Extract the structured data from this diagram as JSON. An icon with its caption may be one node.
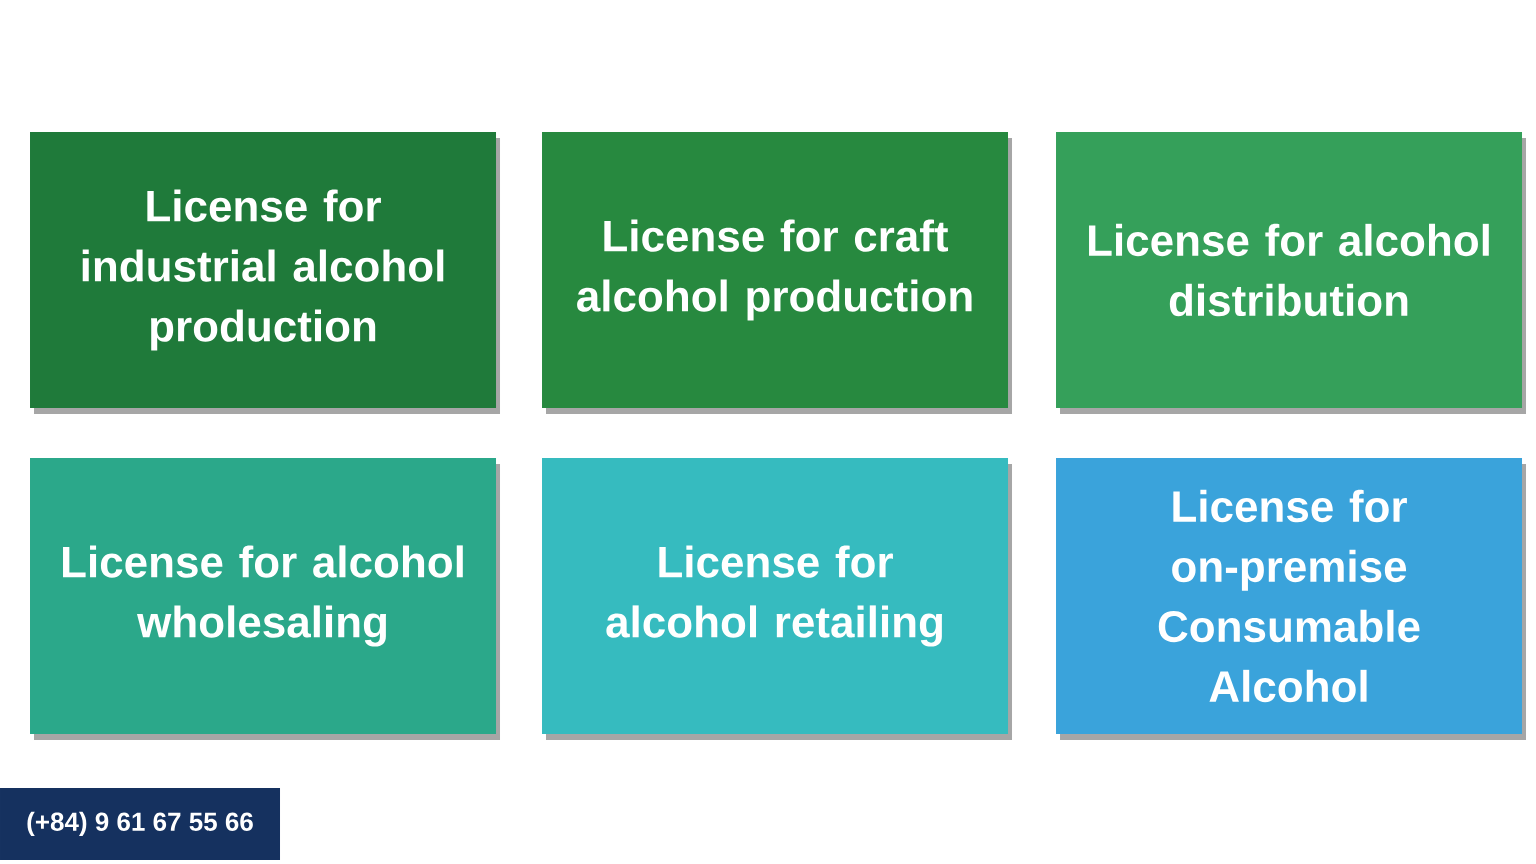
{
  "diagram": {
    "nodes": [
      {
        "text": [
          "License for industrial alcohol production"
        ]
      },
      {
        "text": [
          "License for craft alcohol production"
        ]
      },
      {
        "text": [
          "License for alcohol distribution"
        ]
      },
      {
        "text": [
          "License for alcohol wholesaling"
        ]
      },
      {
        "text": [
          "License for alcohol retailing"
        ]
      },
      {
        "text": [
          "License for on-premise Consumable Alcohol"
        ]
      }
    ],
    "labels": [
      "(+84) 9 61 67 55 66"
    ]
  }
}
